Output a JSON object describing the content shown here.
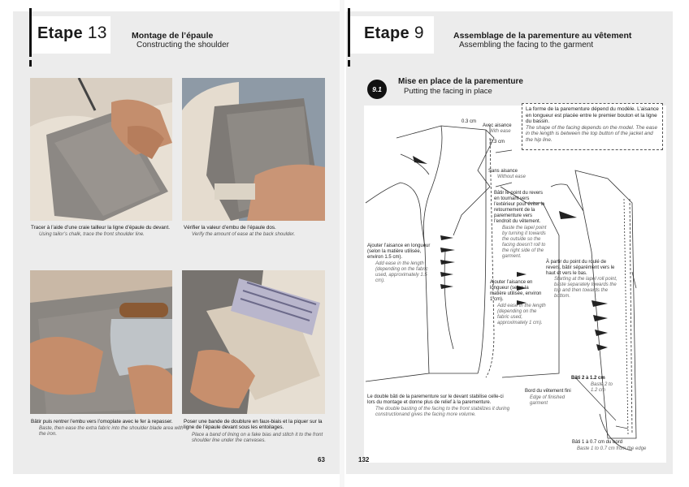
{
  "left_page": {
    "etape_word": "Etape",
    "etape_number": "13",
    "title_fr": "Montage de l’épaule",
    "title_en": "Constructing the shoulder",
    "page_number": "63",
    "photos": [
      {
        "caption_fr": "Tracer à l’aide d’une craie tailleur la ligne d’épaule du devant.",
        "caption_en": "Using tailor’s chalk, trace the front shoulder line."
      },
      {
        "caption_fr": "Vérifier la valeur d’embu de l’épaule dos.",
        "caption_en": "Verify the amount of ease at the back shoulder."
      },
      {
        "caption_fr": "Bâtir puis rentrer l’embu vers l’omoplate avec le fer à repasser.",
        "caption_en": "Baste, then ease the extra fabric into the shoulder blade area with the iron."
      },
      {
        "caption_fr": "Poser une bande de doublure en faux-biais et la piquer sur la ligne de l’épaule devant sous les entoilages.",
        "caption_en": "Place a band of lining on a fake bias and stitch it to the front shoulder line under the canvases."
      }
    ]
  },
  "right_page": {
    "etape_word": "Etape",
    "etape_number": "9",
    "title_fr": "Assemblage de la parementure au vêtement",
    "title_en": "Assembling the facing to the garment",
    "page_number": "132",
    "substep": {
      "badge": "9.1",
      "title_fr": "Mise en place de la parementure",
      "title_en": "Putting the facing in place"
    },
    "note": {
      "fr": "La forme de la parementure dépend du modèle. L’aisance en longueur est placée entre le premier bouton et la ligne du bassin.",
      "en": "The shape of the facing depends on the model. The ease in the length is between the top button of the jacket and the hip line."
    },
    "labels": {
      "dim_03_top": "0.3 cm",
      "avec_aisance": "Avec aisance",
      "with_ease": "With ease",
      "dim_03_side": "0.3 cm",
      "sans_aisance": "Sans aisance",
      "without_ease": "Without ease",
      "batir_revers_fr": "Bâtir le point du revers en tournant vers l’extérieur pour éviter le retournement de la parementure vers l’endroit du vêtement.",
      "batir_revers_en": "Baste the lapel point by turning it towards the outside so the facing doesn’t roll to the right side of the garment.",
      "ajouter_15_fr": "Ajouter l’aisance en longueur (selon la matière utilisée, environ 1.5 cm).",
      "ajouter_15_en": "Add ease in the length (depending on the fabric used, approximately 1.5 cm).",
      "ajouter_1_fr": "Ajouter l’aisance en longueur (selon la matière utilisée, environ 1 cm).",
      "ajouter_1_en": "Add ease in the length (depending on the fabric used, approximately 1 cm).",
      "roule_fr": "À partir du point du roulé de revers, bâtir séparément vers le haut et vers le bas.",
      "roule_en": "Starting at the lapel roll point, baste separately towards the top and then towards the bottom.",
      "double_fr": "Le double bâti de la parementure sur le devant stabilise celle-ci lors du montage et donne plus de relief à la parementure.",
      "double_en": "The double basting of the facing to the front stabilizes it during constructionand gives the facing more volume.",
      "bati2_fr": "Bâti 2 à 1.2 cm",
      "bati2_en": "Baste 2 to 1.2 cm",
      "bord_fr": "Bord du vêtement fini",
      "bord_en": "Edge of finished garment",
      "bati1_fr": "Bâti 1 à 0.7 cm du bord",
      "bati1_en": "Baste 1 to 0.7 cm from the edge"
    }
  }
}
